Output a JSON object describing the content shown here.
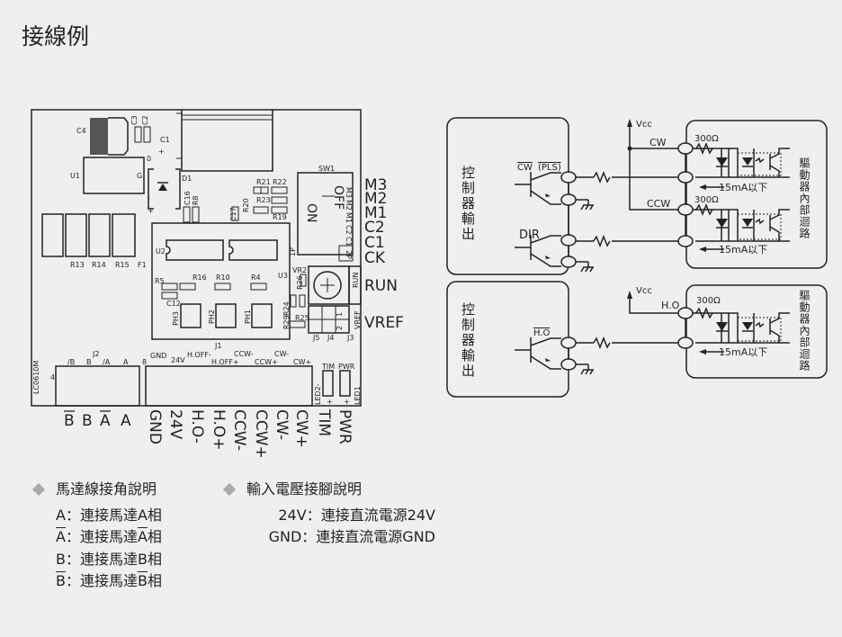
{
  "title": "接線例",
  "pcb": {
    "component_labels": [
      "C4",
      "C3",
      "C2",
      "C1",
      "+",
      "0",
      "U1",
      "G",
      "D1",
      "-",
      "+",
      "C16",
      "R8",
      "C17",
      "R20",
      "R21",
      "R22",
      "R23",
      "R19",
      "R13",
      "R14",
      "R15",
      "F1",
      "U2",
      "1P",
      "U3",
      "VR2",
      "R26",
      "R5",
      "R16",
      "R10",
      "R4",
      "C12",
      "PH3",
      "PH2",
      "PH1",
      "R24",
      "R29",
      "R25",
      "J5",
      "J4",
      "J3",
      "1",
      "2",
      "VREF",
      "RUN",
      "J1",
      "SW1",
      "ON",
      "OFF",
      "M3",
      "M2",
      "M1",
      "C2",
      "C1",
      "2P",
      "LC0610M",
      "4",
      "J2",
      "/B",
      "B",
      "/A",
      "A",
      "8",
      "GND",
      "24V",
      "H.OFF-",
      "H.OFF+",
      "CCW-",
      "CCW+",
      "CW-",
      "CW+",
      "TIM",
      "PWR",
      "LED2-",
      "LED1",
      "+",
      "+"
    ],
    "side_labels": [
      "M3",
      "M2",
      "M1",
      "C2",
      "C1",
      "CK",
      "RUN",
      "VREF"
    ],
    "motor_terminals": [
      {
        "label": "B",
        "overline": true
      },
      {
        "label": "B",
        "overline": false
      },
      {
        "label": "A",
        "overline": true
      },
      {
        "label": "A",
        "overline": false
      }
    ],
    "power_terminals": [
      "GND",
      "24V",
      "H.O-",
      "H.O+",
      "CCW-",
      "CCW+",
      "CW-",
      "CW+",
      "TIM",
      "PWR"
    ]
  },
  "circuit": {
    "controller_label": "控制器輸出",
    "driver_label": "驅動器內部迴路",
    "vcc": "Vcc",
    "cw_signal": "CW",
    "pls_signal": "(PLS)",
    "dir_signal": "DIR",
    "ho_signal": "H.O",
    "cw": "CW",
    "ccw": "CCW",
    "ho": "H.O",
    "resistor": "300Ω",
    "current": "15mA以下"
  },
  "notes": {
    "motor": {
      "heading": "馬達線接角說明",
      "rows": [
        {
          "term": "A",
          "overline": false,
          "desc": "：連接馬達",
          "phase": "A",
          "suffix": "相"
        },
        {
          "term": "A",
          "overline": true,
          "desc": "：連接馬達",
          "phase": "A",
          "suffix": "相"
        },
        {
          "term": "B",
          "overline": false,
          "desc": "：連接馬達",
          "phase": "B",
          "suffix": "相"
        },
        {
          "term": "B",
          "overline": true,
          "desc": "：連接馬達",
          "phase": "B",
          "suffix": "相"
        }
      ]
    },
    "power": {
      "heading": "輸入電壓接腳說明",
      "rows": [
        {
          "term": "24V",
          "desc": "：連接直流電源24V"
        },
        {
          "term": "GND",
          "desc": "：連接直流電源GND"
        }
      ]
    }
  }
}
